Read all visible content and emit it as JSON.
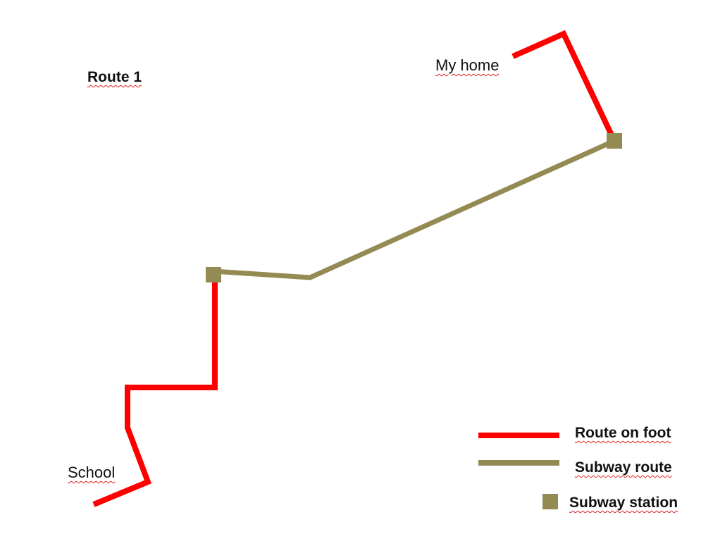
{
  "title": "Route 1",
  "places": {
    "home": "My home",
    "school": "School"
  },
  "colors": {
    "foot": "#ff0000",
    "subway": "#948a54",
    "station": "#948a54"
  },
  "legend": {
    "foot": "Route on foot",
    "subway": "Subway route",
    "station": "Subway station"
  }
}
